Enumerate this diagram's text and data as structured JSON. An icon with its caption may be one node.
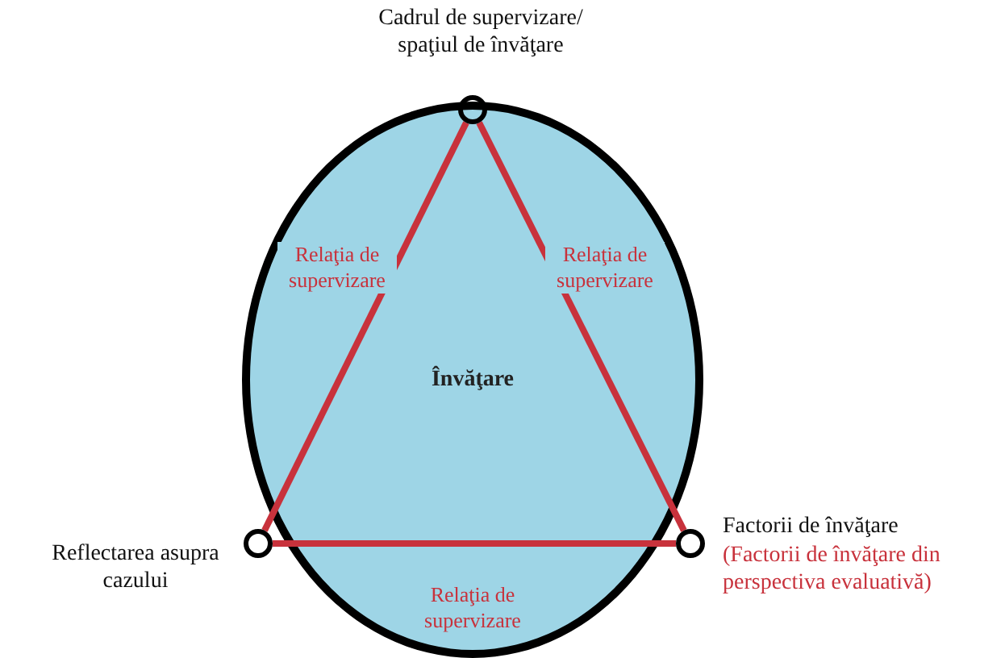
{
  "diagram": {
    "nodes": [
      {
        "text": [
          "Învăţare"
        ]
      },
      {
        "text": [],
        "shape": "circle",
        "in": 0,
        "beside": [
          "Cadrul de supervizare/ spaţiul de învăţare"
        ]
      },
      {
        "text": [],
        "shape": "circle",
        "in": 0,
        "beside": [
          "Reflectarea asupra cazului"
        ]
      },
      {
        "text": [],
        "shape": "circle",
        "in": 0,
        "beside": [
          "Factorii de învăţare",
          "(Factorii de învăţare din perspectiva evaluativă)"
        ]
      }
    ],
    "edges": [
      {
        "from": 1,
        "to": 2,
        "arrow": "none",
        "label": "Relaţia de supervizare"
      },
      {
        "from": 1,
        "to": 3,
        "arrow": "none",
        "label": "Relaţia de supervizare"
      },
      {
        "from": 2,
        "to": 3,
        "arrow": "none",
        "label": "Relaţia de supervizare"
      }
    ]
  }
}
